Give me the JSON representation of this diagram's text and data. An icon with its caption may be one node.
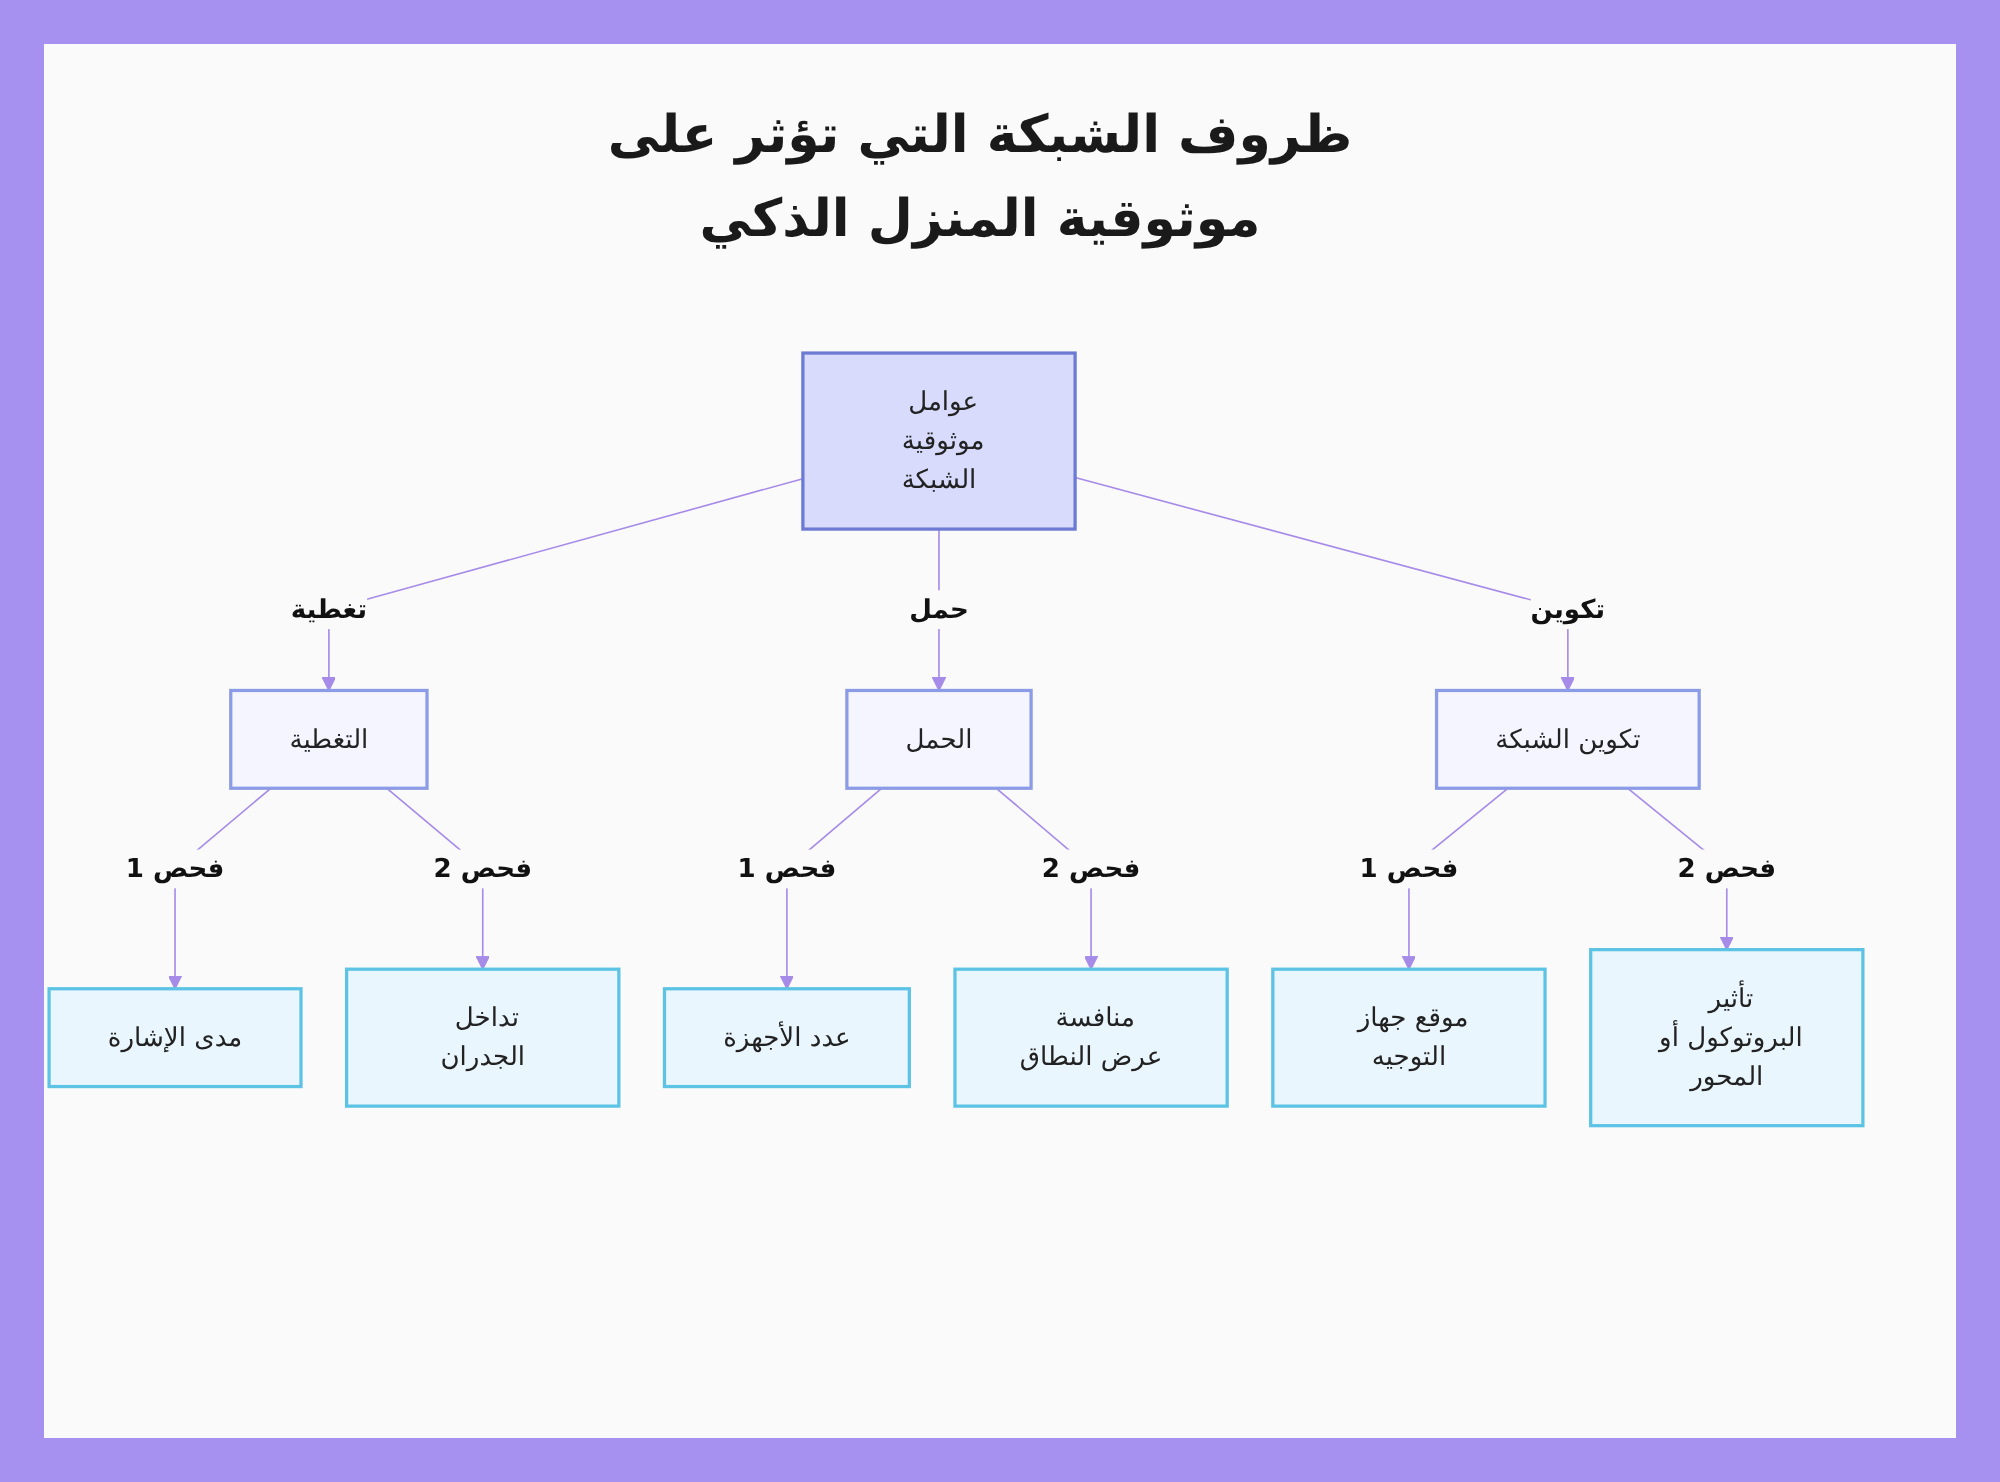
{
  "diagram": {
    "title": "ظروف الشبكة التي تؤثر على موثوقية المنزل الذكي",
    "nodes": [
      {
        "text": [
          "عوامل موثوقية الشبكة"
        ]
      },
      {
        "text": [
          "التغطية"
        ]
      },
      {
        "text": [
          "الحمل"
        ]
      },
      {
        "text": [
          "تكوين الشبكة"
        ]
      },
      {
        "text": [
          "مدى الإشارة"
        ]
      },
      {
        "text": [
          "تداخل الجدران"
        ]
      },
      {
        "text": [
          "عدد الأجهزة"
        ]
      },
      {
        "text": [
          "منافسة عرض النطاق"
        ]
      },
      {
        "text": [
          "موقع جهاز التوجيه"
        ]
      },
      {
        "text": [
          "تأثير البروتوكول أو المحور"
        ]
      }
    ],
    "edges": [
      {
        "from": 0,
        "to": 1,
        "arrow": "to",
        "label": "تغطية"
      },
      {
        "from": 0,
        "to": 2,
        "arrow": "to",
        "label": "حمل"
      },
      {
        "from": 0,
        "to": 3,
        "arrow": "to",
        "label": "تكوين"
      },
      {
        "from": 1,
        "to": 4,
        "arrow": "to",
        "label": "فحص 1"
      },
      {
        "from": 1,
        "to": 5,
        "arrow": "to",
        "label": "فحص 2"
      },
      {
        "from": 2,
        "to": 6,
        "arrow": "to",
        "label": "فحص 1"
      },
      {
        "from": 2,
        "to": 7,
        "arrow": "to",
        "label": "فحص 2"
      },
      {
        "from": 3,
        "to": 8,
        "arrow": "to",
        "label": "فحص 1"
      },
      {
        "from": 3,
        "to": 9,
        "arrow": "to",
        "label": "فحص 2"
      }
    ]
  }
}
